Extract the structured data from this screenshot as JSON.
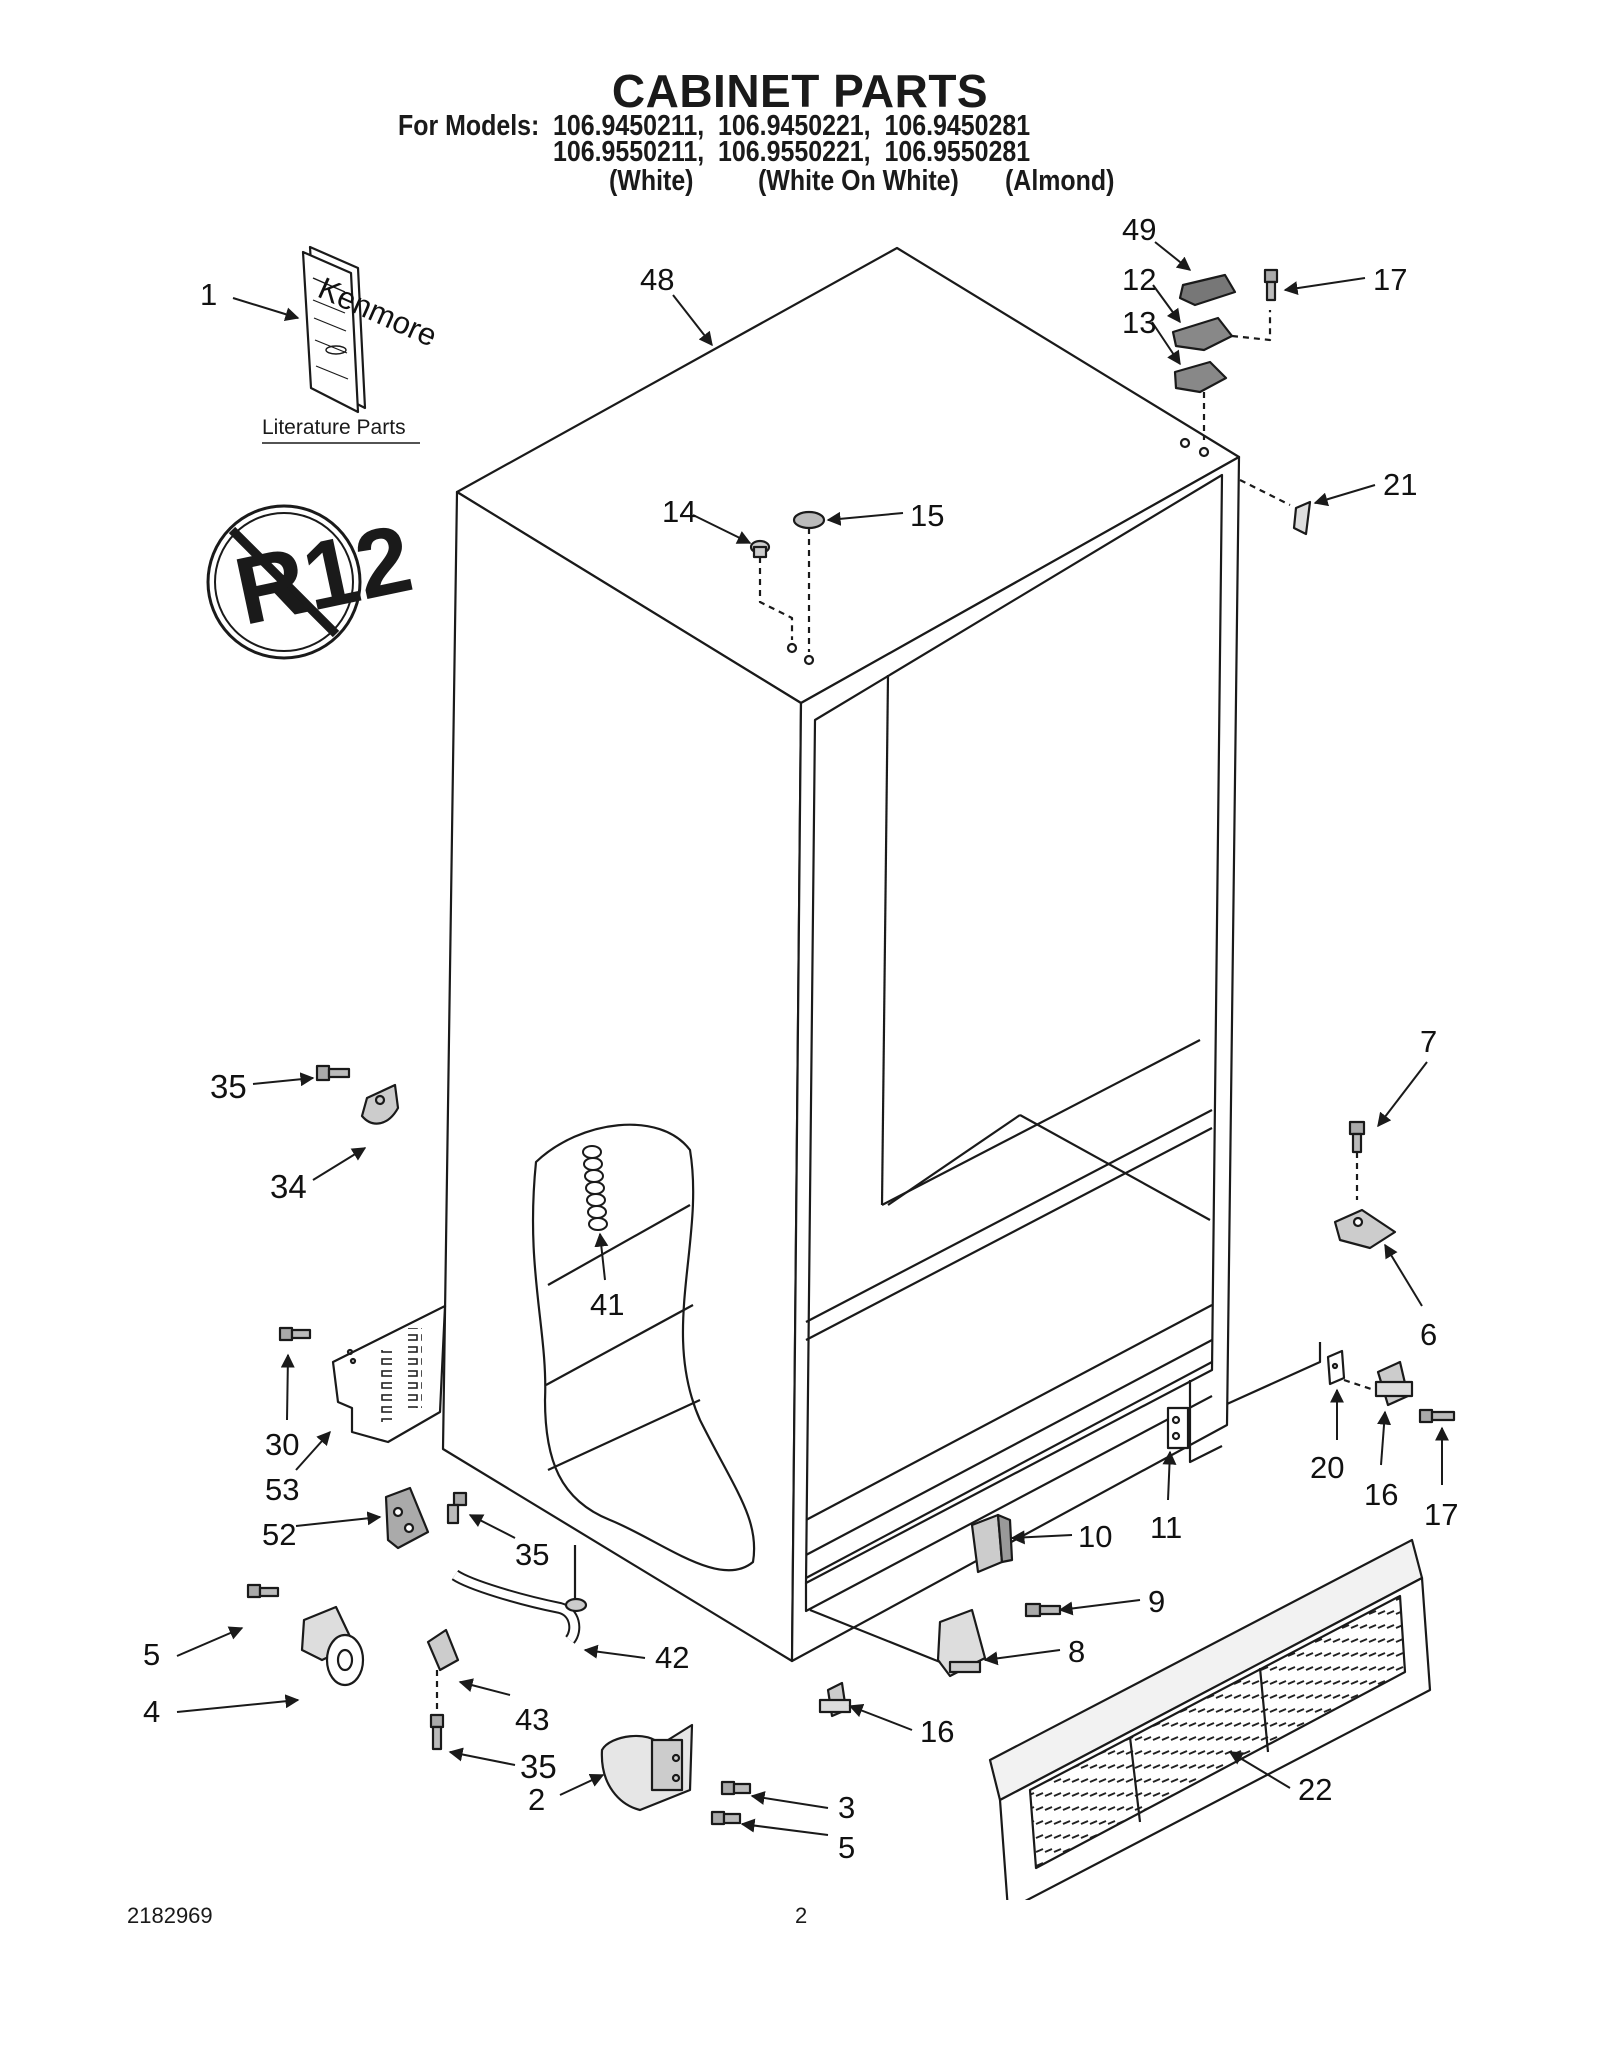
{
  "page": {
    "title": "CABINET PARTS",
    "models_label": "For Models:",
    "models_row1": "106.9450211,  106.9450221,  106.9450281",
    "models_row2": "106.9550211,  106.9550221,  106.9550281",
    "finishes": [
      "(White)",
      "(White On White)",
      "(Almond)"
    ],
    "footer_code": "2182969",
    "page_number": "2"
  },
  "diagram": {
    "literature_label": "Literature Parts",
    "booklet_text": "Kenmore",
    "no_r12_badge": "R12",
    "callouts": [
      "1",
      "48",
      "49",
      "12",
      "13",
      "17",
      "21",
      "14",
      "15",
      "35",
      "34",
      "7",
      "6",
      "41",
      "30",
      "53",
      "52",
      "35",
      "20",
      "16",
      "17",
      "11",
      "10",
      "9",
      "8",
      "5",
      "4",
      "42",
      "43",
      "35",
      "16",
      "2",
      "3",
      "5",
      "22"
    ]
  },
  "colors": {
    "line": "#1a1a1a",
    "part_gray": "#8a8a8a",
    "background": "#ffffff"
  }
}
